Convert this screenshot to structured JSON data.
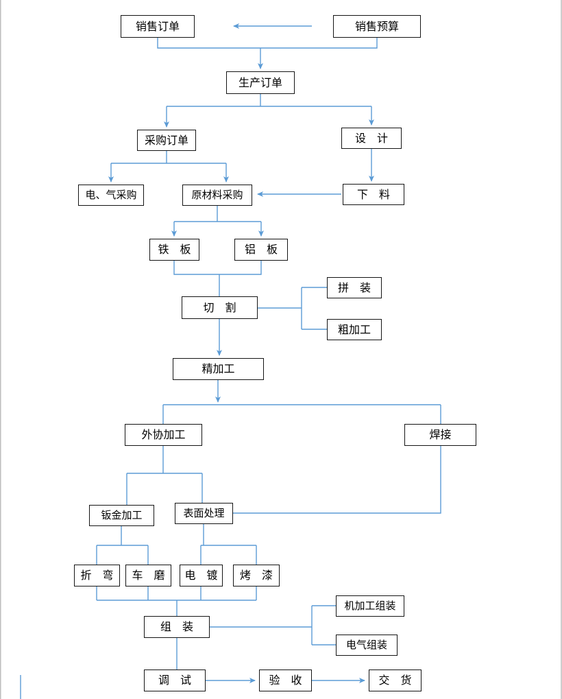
{
  "diagram": {
    "type": "flowchart",
    "connector_color": "#5b9bd5",
    "box_border_color": "#141414",
    "nodes": {
      "sales_order": {
        "label": "销售订单"
      },
      "sales_budget": {
        "label": "销售预算"
      },
      "production_order": {
        "label": "生产订单"
      },
      "purchase_order": {
        "label": "采购订单"
      },
      "design": {
        "label": "设　计"
      },
      "electrical_gas_purchase": {
        "label": "电、气采购"
      },
      "raw_material_purchase": {
        "label": "原材料采购"
      },
      "blanking": {
        "label": "下　料"
      },
      "iron_plate": {
        "label": "铁　板"
      },
      "aluminum_plate": {
        "label": "铝　板"
      },
      "cutting": {
        "label": "切　割"
      },
      "fitting": {
        "label": "拼　装"
      },
      "rough_machining": {
        "label": "粗加工"
      },
      "fine_machining": {
        "label": "精加工"
      },
      "outsourced_processing": {
        "label": "外协加工"
      },
      "welding": {
        "label": "焊接"
      },
      "sheet_metal_processing": {
        "label": "钣金加工"
      },
      "surface_treatment": {
        "label": "表面处理"
      },
      "bending": {
        "label": "折　弯"
      },
      "turning_grinding": {
        "label": "车　磨"
      },
      "electroplating": {
        "label": "电　镀"
      },
      "paint_baking": {
        "label": "烤　漆"
      },
      "assembly": {
        "label": "组　装"
      },
      "machining_assembly": {
        "label": "机加工组装"
      },
      "electrical_assembly": {
        "label": "电气组装"
      },
      "debugging": {
        "label": "调　试"
      },
      "acceptance": {
        "label": "验　收"
      },
      "delivery": {
        "label": "交　货"
      }
    },
    "edges": [
      {
        "from": "sales_budget",
        "to": "sales_order"
      },
      {
        "from": "sales_order",
        "to": "production_order"
      },
      {
        "from": "sales_budget",
        "to": "production_order"
      },
      {
        "from": "production_order",
        "to": "purchase_order"
      },
      {
        "from": "production_order",
        "to": "design"
      },
      {
        "from": "purchase_order",
        "to": "electrical_gas_purchase"
      },
      {
        "from": "purchase_order",
        "to": "raw_material_purchase"
      },
      {
        "from": "design",
        "to": "blanking"
      },
      {
        "from": "blanking",
        "to": "raw_material_purchase"
      },
      {
        "from": "raw_material_purchase",
        "to": "iron_plate"
      },
      {
        "from": "raw_material_purchase",
        "to": "aluminum_plate"
      },
      {
        "from": "iron_plate",
        "to": "cutting"
      },
      {
        "from": "aluminum_plate",
        "to": "cutting"
      },
      {
        "from": "cutting",
        "to": "fitting"
      },
      {
        "from": "cutting",
        "to": "rough_machining"
      },
      {
        "from": "cutting",
        "to": "fine_machining"
      },
      {
        "from": "fine_machining",
        "to": "outsourced_processing"
      },
      {
        "from": "fine_machining",
        "to": "welding"
      },
      {
        "from": "outsourced_processing",
        "to": "sheet_metal_processing"
      },
      {
        "from": "outsourced_processing",
        "to": "surface_treatment"
      },
      {
        "from": "welding",
        "to": "surface_treatment"
      },
      {
        "from": "sheet_metal_processing",
        "to": "bending"
      },
      {
        "from": "sheet_metal_processing",
        "to": "turning_grinding"
      },
      {
        "from": "surface_treatment",
        "to": "electroplating"
      },
      {
        "from": "surface_treatment",
        "to": "paint_baking"
      },
      {
        "from": "bending",
        "to": "assembly"
      },
      {
        "from": "turning_grinding",
        "to": "assembly"
      },
      {
        "from": "electroplating",
        "to": "assembly"
      },
      {
        "from": "paint_baking",
        "to": "assembly"
      },
      {
        "from": "assembly",
        "to": "machining_assembly"
      },
      {
        "from": "assembly",
        "to": "electrical_assembly"
      },
      {
        "from": "assembly",
        "to": "debugging"
      },
      {
        "from": "debugging",
        "to": "acceptance"
      },
      {
        "from": "acceptance",
        "to": "delivery"
      }
    ]
  }
}
